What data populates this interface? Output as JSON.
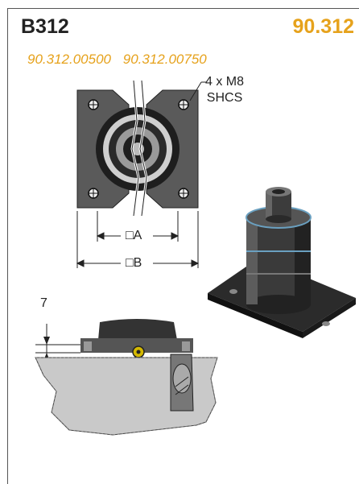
{
  "header": {
    "model": "B312",
    "series_number": "90.312"
  },
  "part_numbers": [
    "90.312.00500",
    "90.312.00750"
  ],
  "callouts": {
    "screws_line1": "4 x M8",
    "screws_line2": "SHCS",
    "dimension_a": "□A",
    "dimension_b": "□B",
    "height_dimension": "7"
  },
  "colors": {
    "accent": "#e6a21c",
    "plate": "#5a5a5a",
    "dark": "#1e1e1e"
  }
}
